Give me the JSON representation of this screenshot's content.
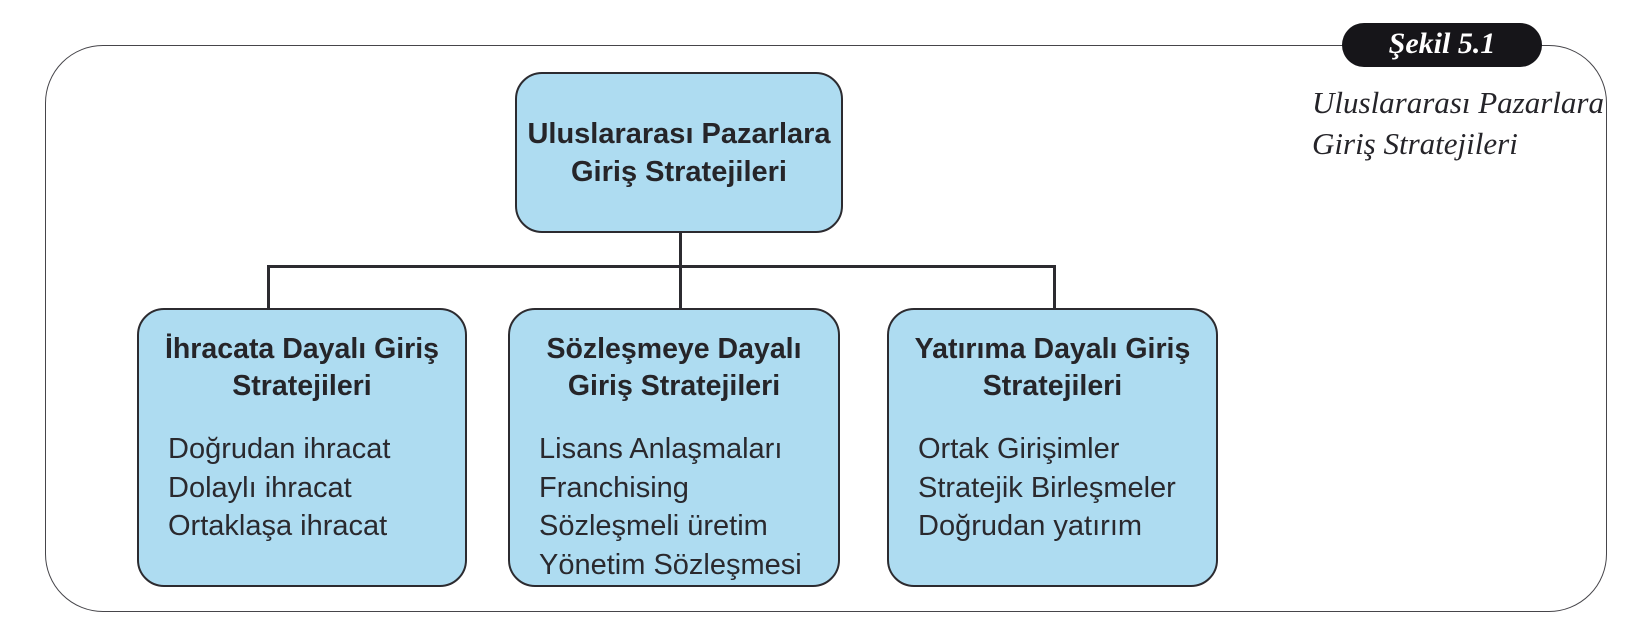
{
  "figure": {
    "badge_label": "Şekil 5.1",
    "caption": {
      "line1": "Uluslararası Pazarlara",
      "line2": "Giriş Stratejileri"
    }
  },
  "colors": {
    "node_fill": "#aedcf1",
    "node_border": "#2c2b30",
    "connector": "#2c2b30",
    "badge_background": "#161519",
    "badge_text": "#ffffff",
    "frame_border": "#46454a",
    "text": "#262529"
  },
  "tree": {
    "root": {
      "title_line1": "Uluslararası Pazarlara",
      "title_line2": "Giriş Stratejileri"
    },
    "children": [
      {
        "title_line1": "İhracata Dayalı Giriş",
        "title_line2": "Stratejileri",
        "items": [
          "Doğrudan ihracat",
          "Dolaylı ihracat",
          "Ortaklaşa ihracat"
        ]
      },
      {
        "title_line1": "Sözleşmeye Dayalı",
        "title_line2": "Giriş Stratejileri",
        "items": [
          "Lisans Anlaşmaları",
          "Franchising",
          "Sözleşmeli üretim",
          "Yönetim Sözleşmesi"
        ]
      },
      {
        "title_line1": "Yatırıma Dayalı Giriş",
        "title_line2": "Stratejileri",
        "items": [
          "Ortak Girişimler",
          "Stratejik Birleşmeler",
          "Doğrudan yatırım"
        ]
      }
    ]
  }
}
